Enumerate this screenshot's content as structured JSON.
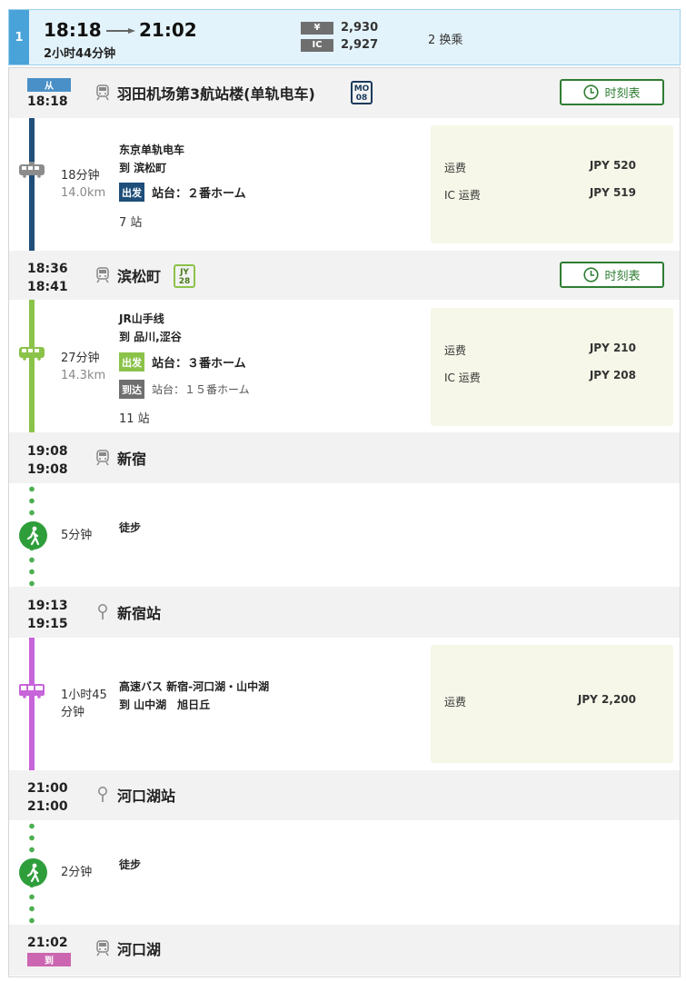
{
  "summary": {
    "index": "1",
    "departure": "18:18",
    "arrival": "21:02",
    "duration": "2小时44分钟",
    "cash_tag": "¥",
    "cash_fare": "2,930",
    "ic_tag": "IC",
    "ic_fare": "2,927",
    "transfers": "2 换乘"
  },
  "timetable_label": "时刻表",
  "stops": [
    {
      "tag": "从",
      "tag_color": "#4a90c8",
      "time": "18:18",
      "name": "羽田机场第3航站楼(单轨电车)",
      "code": "MO\n08",
      "code_color": "#1a3a5c",
      "icon": "train-station-icon"
    },
    {
      "time1": "18:36",
      "time2": "18:41",
      "name": "滨松町",
      "code": "JY\n28",
      "code_color": "#8bc34a",
      "icon": "train-station-icon"
    },
    {
      "time1": "19:08",
      "time2": "19:08",
      "name": "新宿",
      "icon": "train-station-icon"
    },
    {
      "time1": "19:13",
      "time2": "19:15",
      "name": "新宿站",
      "icon": "bus-stop-icon"
    },
    {
      "time1": "21:00",
      "time2": "21:00",
      "name": "河口湖站",
      "icon": "bus-stop-icon"
    },
    {
      "time": "21:02",
      "tag": "到",
      "tag_color": "#cc66b0",
      "name": "河口湖",
      "icon": "train-station-icon"
    }
  ],
  "segments": [
    {
      "mode": "train",
      "color": "#1e4e79",
      "duration": "18分钟",
      "distance": "14.0km",
      "line": "东京单轨电车",
      "direction": "到 滨松町",
      "dep_badge": "出发",
      "dep_platform": "站台：２番ホーム",
      "stops": "7 站",
      "fares": [
        {
          "label": "运费",
          "value": "JPY 520"
        },
        {
          "label": "IC 运费",
          "value": "JPY 519"
        }
      ]
    },
    {
      "mode": "train",
      "color": "#8bc34a",
      "duration": "27分钟",
      "distance": "14.3km",
      "line": "JR山手线",
      "direction": "到 品川,涩谷",
      "dep_badge": "出发",
      "dep_platform": "站台：３番ホーム",
      "arr_badge": "到达",
      "arr_platform": "站台：１５番ホーム",
      "stops": "11 站",
      "fares": [
        {
          "label": "运费",
          "value": "JPY 210"
        },
        {
          "label": "IC 运费",
          "value": "JPY 208"
        }
      ]
    },
    {
      "mode": "walk",
      "duration": "5分钟",
      "line": "徒步"
    },
    {
      "mode": "bus",
      "color": "#c764d9",
      "duration": "1小时45分钟",
      "line": "高速バス 新宿-河口湖・山中湖",
      "direction": "到 山中湖　旭日丘",
      "fares": [
        {
          "label": "运费",
          "value": "JPY 2,200"
        }
      ]
    },
    {
      "mode": "walk",
      "duration": "2分钟",
      "line": "徒步"
    }
  ]
}
